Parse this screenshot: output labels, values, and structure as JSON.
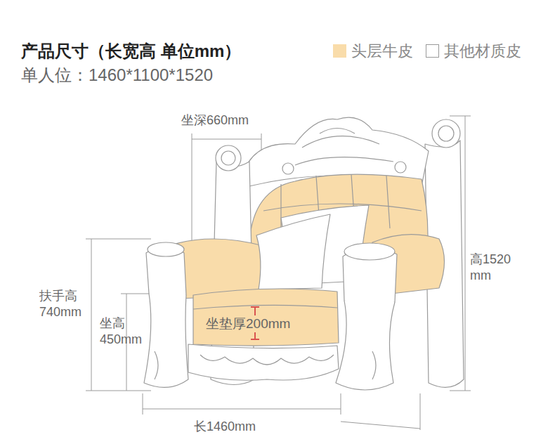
{
  "diagram": {
    "title": "产品尺寸（长宽高 单位mm）",
    "labels": [
      "单人位：1460*1100*1520",
      "坐深660mm",
      "高1520 mm",
      "扶手高 740mm",
      "坐高 450mm",
      "坐垫厚200mm",
      "长1460mm"
    ],
    "legend": [
      {
        "text": "头层牛皮",
        "color": "#f9dcaa"
      },
      {
        "text": "其他材质皮",
        "color": "#ffffff"
      }
    ]
  }
}
